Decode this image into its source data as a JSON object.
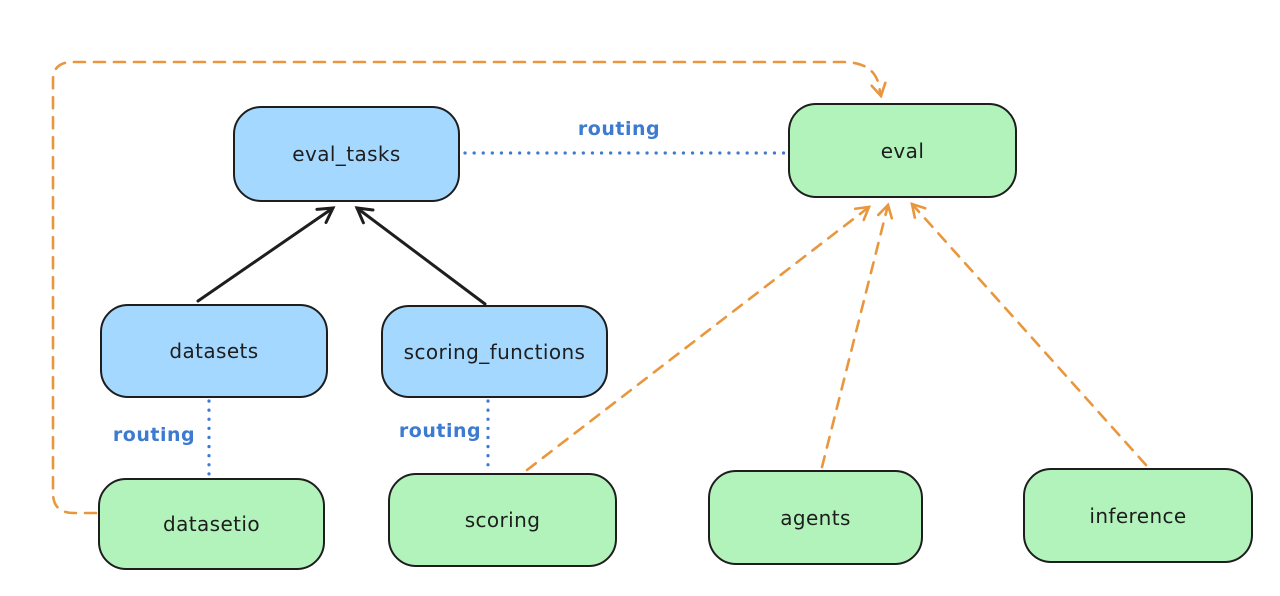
{
  "colors": {
    "canvas_bg": "#ffffff",
    "ink": "#1e1e1e",
    "blue_fill": "#a5d8ff",
    "green_fill": "#b2f2bb",
    "routing_blue": "#3d7bd0",
    "orange": "#e9973e"
  },
  "nodes": {
    "eval_tasks": {
      "label": "eval_tasks",
      "color": "blue"
    },
    "eval": {
      "label": "eval",
      "color": "green"
    },
    "datasets": {
      "label": "datasets",
      "color": "blue"
    },
    "scoring_functions": {
      "label": "scoring_functions",
      "color": "blue"
    },
    "datasetio": {
      "label": "datasetio",
      "color": "green"
    },
    "scoring": {
      "label": "scoring",
      "color": "green"
    },
    "agents": {
      "label": "agents",
      "color": "green"
    },
    "inference": {
      "label": "inference",
      "color": "green"
    }
  },
  "edges": [
    {
      "from": "datasets",
      "to": "eval_tasks",
      "style": "solid",
      "arrow": true
    },
    {
      "from": "scoring_functions",
      "to": "eval_tasks",
      "style": "solid",
      "arrow": true
    },
    {
      "from": "eval_tasks",
      "to": "eval",
      "style": "dotted",
      "label": "routing"
    },
    {
      "from": "datasets",
      "to": "datasetio",
      "style": "dotted",
      "label": "routing"
    },
    {
      "from": "scoring_functions",
      "to": "scoring",
      "style": "dotted",
      "label": "routing"
    },
    {
      "from": "datasetio",
      "to": "eval",
      "style": "dashed",
      "arrow": true
    },
    {
      "from": "scoring",
      "to": "eval",
      "style": "dashed",
      "arrow": true
    },
    {
      "from": "agents",
      "to": "eval",
      "style": "dashed",
      "arrow": true
    },
    {
      "from": "inference",
      "to": "eval",
      "style": "dashed",
      "arrow": true
    }
  ]
}
